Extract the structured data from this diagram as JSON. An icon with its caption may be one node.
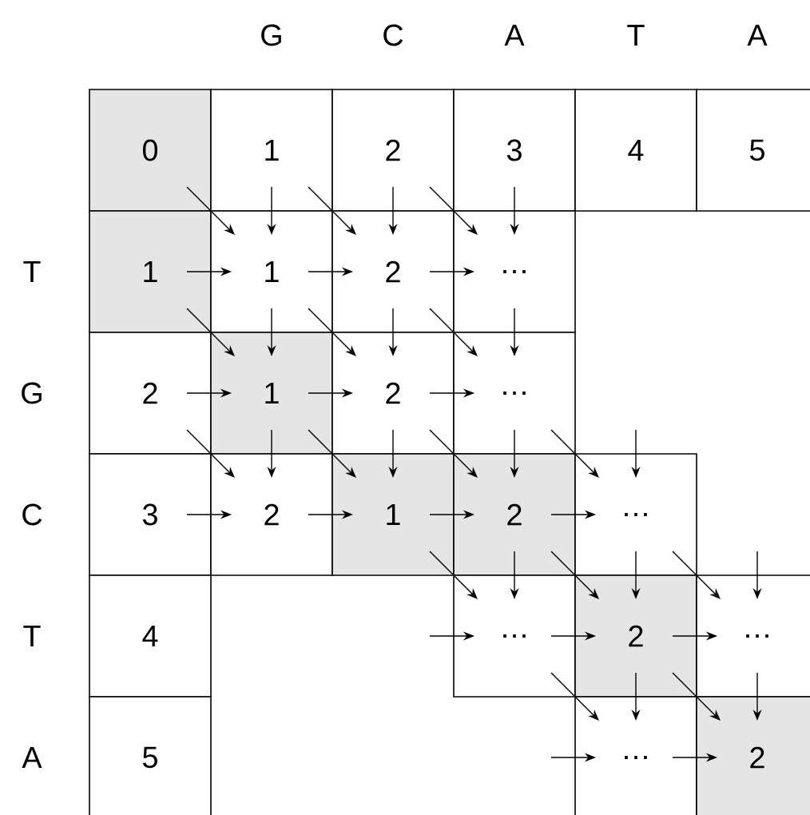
{
  "diagram": {
    "nodes": [
      {
        "text": [
          "0"
        ]
      },
      {
        "text": [
          "1"
        ]
      },
      {
        "text": [
          "2"
        ]
      },
      {
        "text": [
          "3"
        ]
      },
      {
        "text": [
          "4"
        ]
      },
      {
        "text": [
          "5"
        ]
      },
      {
        "text": [
          "1"
        ]
      },
      {
        "text": [
          "1"
        ]
      },
      {
        "text": [
          "2"
        ]
      },
      {
        "text": [
          "…"
        ]
      },
      {
        "text": [
          "2"
        ]
      },
      {
        "text": [
          "1"
        ]
      },
      {
        "text": [
          "2"
        ]
      },
      {
        "text": [
          "…"
        ]
      },
      {
        "text": [
          "3"
        ]
      },
      {
        "text": [
          "2"
        ]
      },
      {
        "text": [
          "1"
        ]
      },
      {
        "text": [
          "2"
        ]
      },
      {
        "text": [
          "…"
        ]
      },
      {
        "text": [
          "4"
        ]
      },
      {
        "text": [
          "…"
        ]
      },
      {
        "text": [
          "2"
        ]
      },
      {
        "text": [
          "…"
        ]
      },
      {
        "text": [
          "5"
        ]
      },
      {
        "text": [
          "…"
        ]
      },
      {
        "text": [
          "2"
        ]
      }
    ],
    "edges": [
      {
        "from": 0,
        "to": 7,
        "arrow": "to"
      },
      {
        "from": 1,
        "to": 7,
        "arrow": "to"
      },
      {
        "from": 6,
        "to": 7,
        "arrow": "to"
      },
      {
        "from": 1,
        "to": 8,
        "arrow": "to"
      },
      {
        "from": 2,
        "to": 8,
        "arrow": "to"
      },
      {
        "from": 7,
        "to": 8,
        "arrow": "to"
      },
      {
        "from": 2,
        "to": 9,
        "arrow": "to"
      },
      {
        "from": 3,
        "to": 9,
        "arrow": "to"
      },
      {
        "from": 8,
        "to": 9,
        "arrow": "to"
      },
      {
        "from": 6,
        "to": 11,
        "arrow": "to"
      },
      {
        "from": 7,
        "to": 11,
        "arrow": "to"
      },
      {
        "from": 10,
        "to": 11,
        "arrow": "to"
      },
      {
        "from": 7,
        "to": 12,
        "arrow": "to"
      },
      {
        "from": 8,
        "to": 12,
        "arrow": "to"
      },
      {
        "from": 11,
        "to": 12,
        "arrow": "to"
      },
      {
        "from": 8,
        "to": 13,
        "arrow": "to"
      },
      {
        "from": 9,
        "to": 13,
        "arrow": "to"
      },
      {
        "from": 12,
        "to": 13,
        "arrow": "to"
      },
      {
        "from": 10,
        "to": 15,
        "arrow": "to"
      },
      {
        "from": 11,
        "to": 15,
        "arrow": "to"
      },
      {
        "from": 14,
        "to": 15,
        "arrow": "to"
      },
      {
        "from": 11,
        "to": 16,
        "arrow": "to"
      },
      {
        "from": 12,
        "to": 16,
        "arrow": "to"
      },
      {
        "from": 15,
        "to": 16,
        "arrow": "to"
      },
      {
        "from": 12,
        "to": 17,
        "arrow": "to"
      },
      {
        "from": 13,
        "to": 17,
        "arrow": "to"
      },
      {
        "from": 16,
        "to": 17,
        "arrow": "to"
      },
      {
        "from": 13,
        "to": 18,
        "arrow": "to"
      },
      {
        "from": null,
        "to": 18,
        "arrow": "to"
      },
      {
        "from": 17,
        "to": 18,
        "arrow": "to"
      },
      {
        "from": 16,
        "to": 20,
        "arrow": "to"
      },
      {
        "from": 17,
        "to": 20,
        "arrow": "to"
      },
      {
        "from": null,
        "to": 20,
        "arrow": "to"
      },
      {
        "from": 17,
        "to": 21,
        "arrow": "to"
      },
      {
        "from": 18,
        "to": 21,
        "arrow": "to"
      },
      {
        "from": 20,
        "to": 21,
        "arrow": "to"
      },
      {
        "from": 18,
        "to": 22,
        "arrow": "to"
      },
      {
        "from": null,
        "to": 22,
        "arrow": "to"
      },
      {
        "from": 21,
        "to": 22,
        "arrow": "to"
      },
      {
        "from": 20,
        "to": 24,
        "arrow": "to"
      },
      {
        "from": 21,
        "to": 24,
        "arrow": "to"
      },
      {
        "from": null,
        "to": 24,
        "arrow": "to"
      },
      {
        "from": 21,
        "to": 25,
        "arrow": "to"
      },
      {
        "from": 22,
        "to": 25,
        "arrow": "to"
      },
      {
        "from": 24,
        "to": 25,
        "arrow": "to"
      }
    ],
    "labels": [
      "G",
      "C",
      "A",
      "T",
      "A",
      "T",
      "G",
      "C",
      "T",
      "A"
    ]
  }
}
